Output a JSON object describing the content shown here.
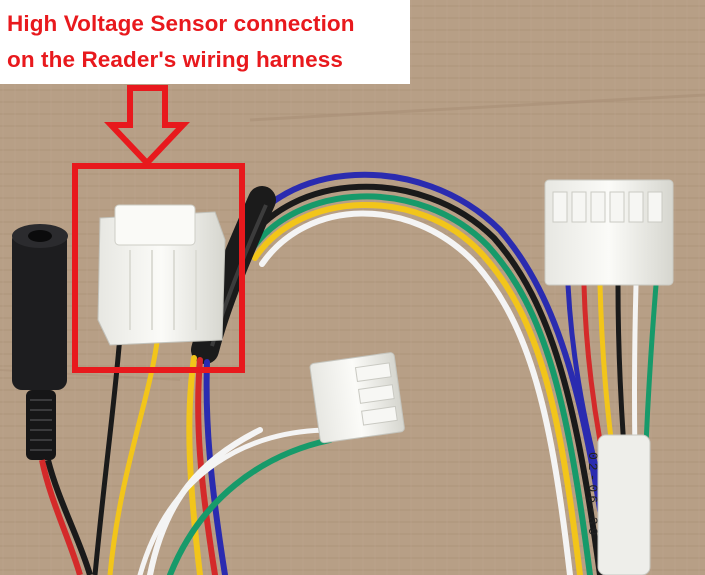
{
  "annotation": {
    "caption_line_1": "High Voltage Sensor connection",
    "caption_line_2": "on the Reader's wiring harness",
    "caption_color": "#e8191d",
    "highlight_color": "#e8191d"
  },
  "photo": {
    "sleeve_label": "02-06-39",
    "wire_colors": [
      "#2a2bb0",
      "#d42a2a",
      "#f2c51a",
      "#1a1a1a",
      "#f4f4f4",
      "#179a6a"
    ]
  }
}
